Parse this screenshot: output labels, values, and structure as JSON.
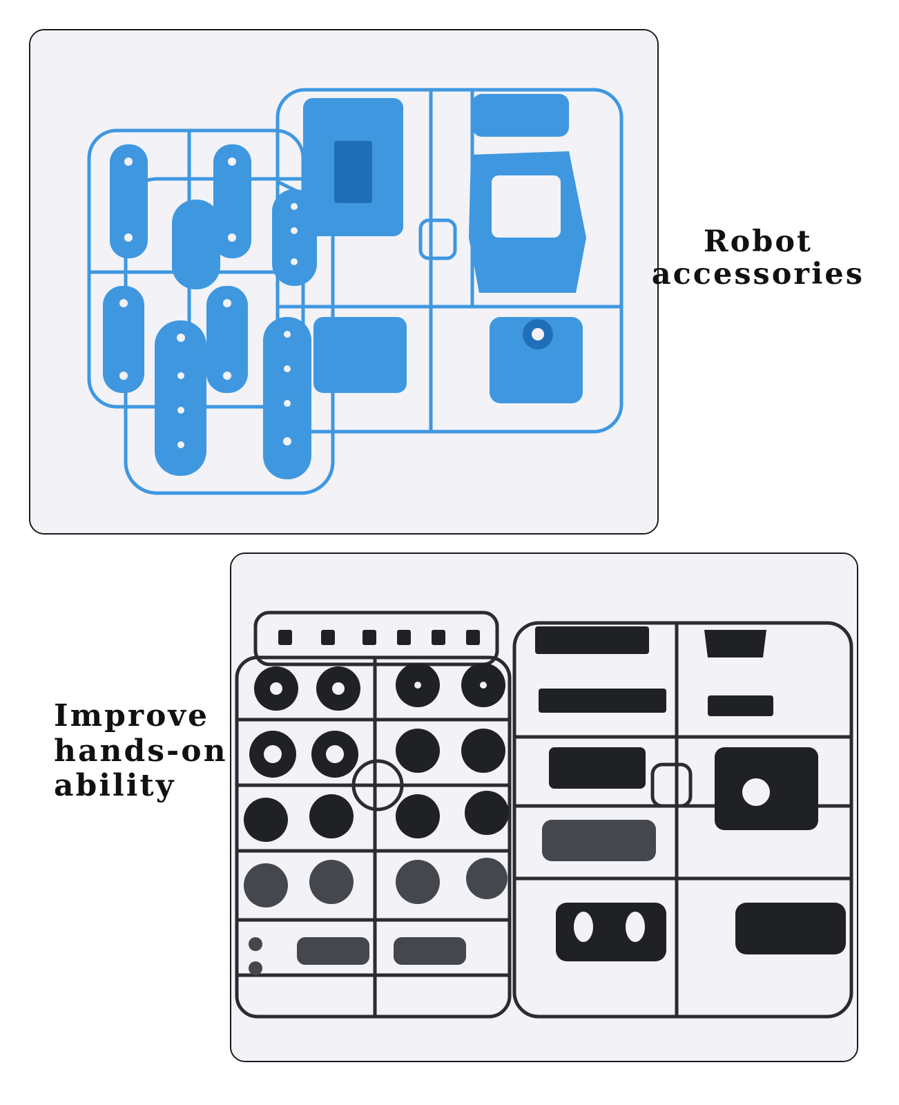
{
  "captions": {
    "top": [
      "Robot",
      "accessories"
    ],
    "bottom": [
      "Improve",
      "hands-on",
      "ability"
    ]
  },
  "photos": {
    "top": {
      "subject": "blue-plastic-sprue-parts",
      "color": "#3f97e0"
    },
    "bottom": {
      "subject": "black-plastic-sprue-parts",
      "color": "#222428"
    }
  },
  "colors": {
    "panel_background": "#f2f2f7",
    "panel_border": "#1a1a1a",
    "caption_text": "#111111"
  }
}
